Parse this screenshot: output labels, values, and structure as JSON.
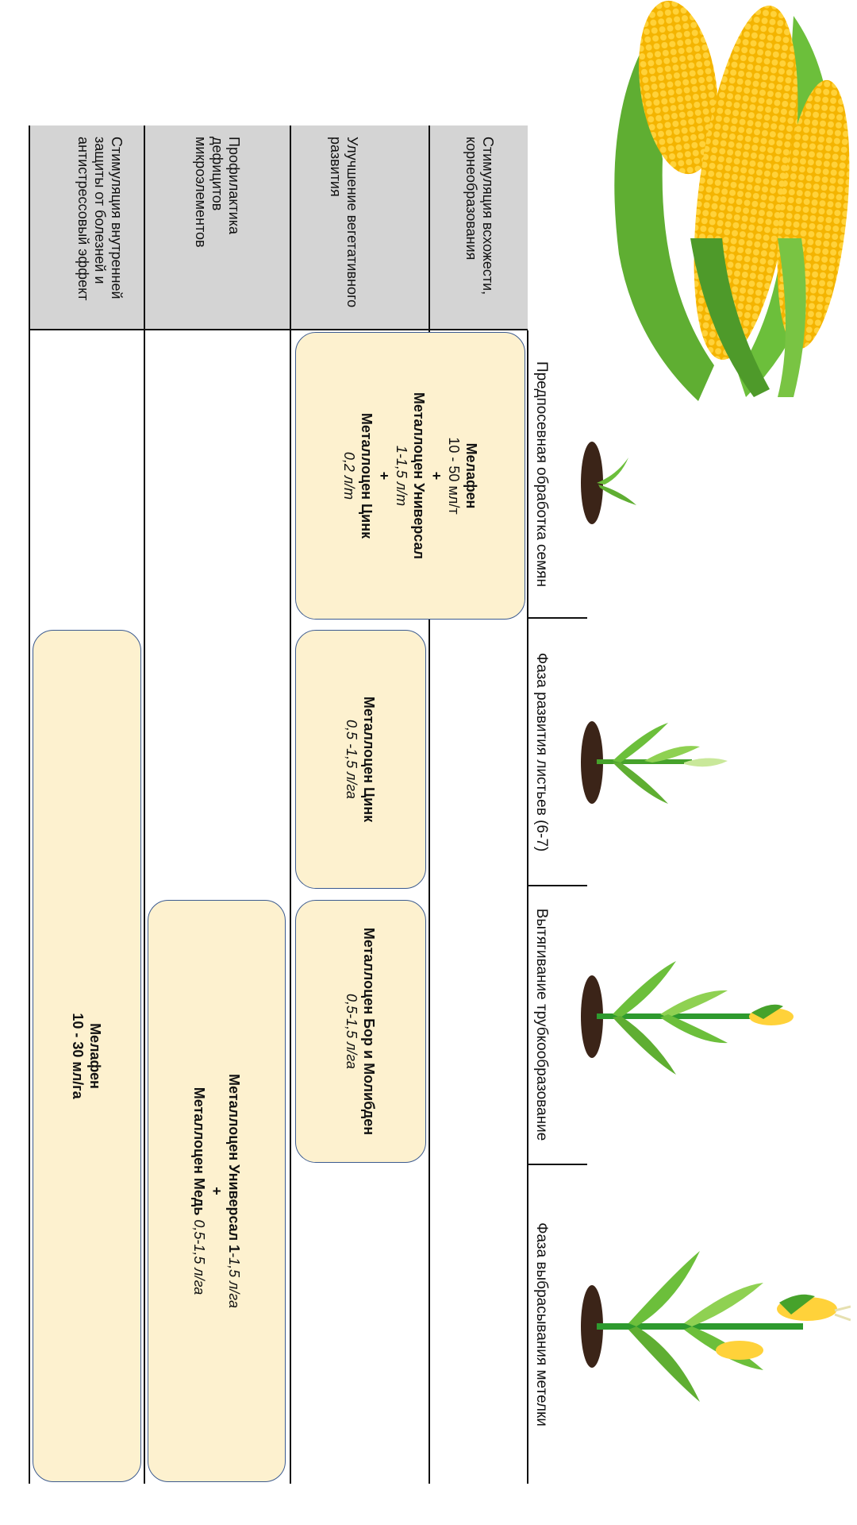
{
  "row_labels": [
    "Стимуляция всхожести, корнеобразования",
    "Улучшение вегетативного развития",
    "Профилактика дефицитов микроэлементов",
    "Стимуляция внутренней защиты от болезней и антистрессовый эффект"
  ],
  "stages": [
    "Предпосевная обработка семян",
    "Фаза развития листьев (6-7)",
    "Вытягивание трубкообразование",
    "Фаза выбрасывания метелки"
  ],
  "boxes": {
    "seed": {
      "p1": "Мелафен",
      "d1": "10 - 50 мл/т",
      "plus1": "+",
      "p2": "Металлоцен Универсал",
      "d2": "1-1,5 л/т",
      "plus2": "+",
      "p3": "Металлоцен Цинк",
      "d3": "0,2 л/т"
    },
    "leaf_zinc": {
      "product": "Металлоцен Цинк",
      "dose": "0,5 -1,5 л/га"
    },
    "boron": {
      "product": "Металлоцен Бор и Молибден",
      "dose": "0,5-1,5 л/га"
    },
    "universal": {
      "p1": "Металлоцен Универсал 1",
      "d1": "-1,5 л/га",
      "plus": "+",
      "p2": "Металлоцен Медь",
      "d2": " 0,5-1,5 л/га"
    },
    "melafen": {
      "product": "Мелафен",
      "dose": "10 - 30 мл/га"
    }
  },
  "colors": {
    "box_fill": "#fdf1cf",
    "box_border": "#3b5a8f",
    "header_fill": "#d4d4d4"
  }
}
